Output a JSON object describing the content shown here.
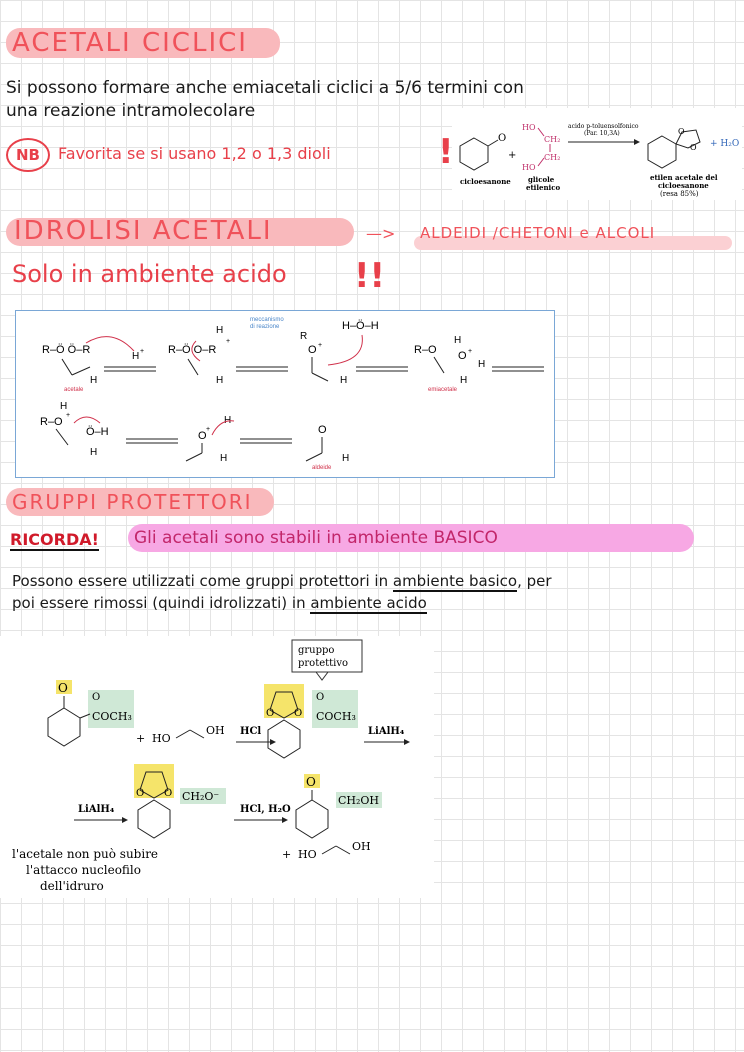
{
  "section1": {
    "title": "ACETALI CICLICI",
    "line1": "Si possono formare anche emiacetali ciclici a 5/6 termini con",
    "line2": "una reazione intramolecolare",
    "nb": "NB",
    "note": "Favorita se si usano 1,2 o 1,3 dioli",
    "exclaim": "!"
  },
  "reaction1": {
    "reagent1": "cicloesanone",
    "reagent2_line1": "glicole",
    "reagent2_line2": "etilenico",
    "catalyst_line1": "acido p-toluensolfonico",
    "catalyst_line2": "(Par. 10,3A)",
    "product_line1": "etilen acetale del",
    "product_line2": "cicloesanone",
    "product_line3": "(resa 85%)",
    "water": "+ H₂O",
    "plus": "+",
    "ho": "HO",
    "ch2": "CH₂"
  },
  "section2": {
    "title": "IDROLISI ACETALI",
    "arrow": "—>",
    "result": "ALDEIDI /CHETONI e ALCOLI",
    "line": "Solo in ambiente acido",
    "exclaim": "!!"
  },
  "mechanism": {
    "label_line1": "meccanismo",
    "label_line2": "di reazione",
    "acetale": "acetale",
    "emiacetale": "emiacetale",
    "aldeide": "aldeide",
    "hoh": "H–Ö–H"
  },
  "section3": {
    "title": "GRUPPI PROTETTORI",
    "ricorda": "RICORDA!",
    "ricorda_text": "Gli acetali sono stabili in ambiente BASICO",
    "line1_a": "Possono essere utilizzati come gruppi protettori in",
    "line1_b": "ambiente basico",
    "line1_c": ", per",
    "line2_a": "poi essere rimossi (quindi idrolizzati) in",
    "line2_b": "ambiente acido"
  },
  "protection": {
    "callout_line1": "gruppo",
    "callout_line2": "protettivo",
    "coch3": "COCH₃",
    "hcl": "HCl",
    "lialh4": "LiAlH₄",
    "hcl_h2o": "HCl, H₂O",
    "ch2o": "CH₂O⁻",
    "ch2oh": "CH₂OH",
    "ho": "HO",
    "oh": "OH",
    "plus": "+",
    "note_line1": "l'acetale non può subire",
    "note_line2": "l'attacco nucleofilo",
    "note_line3": "dell'idruro"
  }
}
